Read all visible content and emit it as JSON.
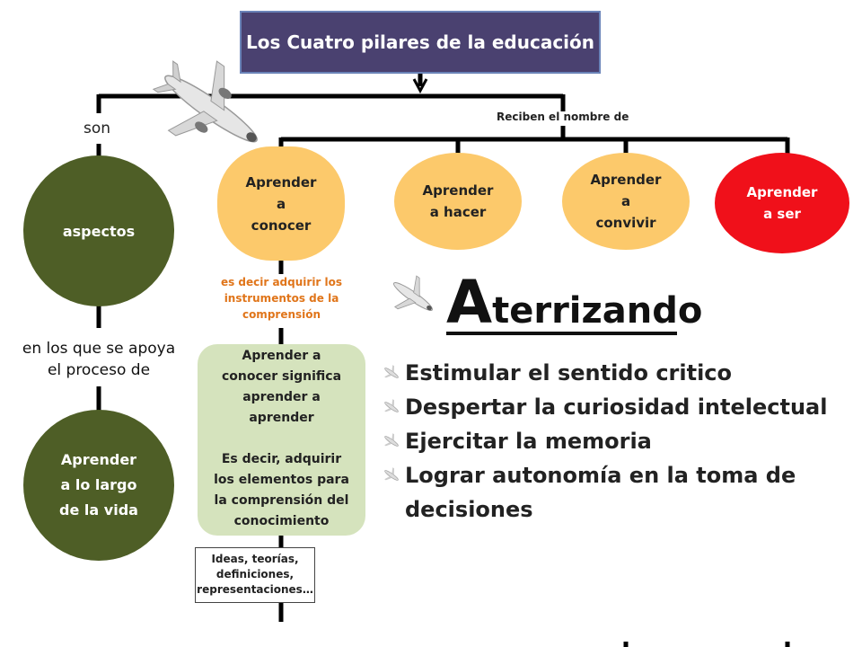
{
  "title": "Los Cuatro pilares de la educación",
  "labels": {
    "son": "son",
    "reciben": "Reciben el nombre de",
    "apoya": "en los que se apoya\nel proceso de"
  },
  "aspectos": "aspectos",
  "aprender_vida": "Aprender\na lo largo\nde la vida",
  "pillars": [
    {
      "label": "Aprender\na\nconocer",
      "color": "#fcc96b"
    },
    {
      "label": "Aprender\na hacer",
      "color": "#fcc96b"
    },
    {
      "label": "Aprender\na\nconvivir",
      "color": "#fcc96b"
    },
    {
      "label": "Aprender\na ser",
      "color": "#f0101a"
    }
  ],
  "es_decir": "es decir adquirir los\ninstrumentos de la\ncomprensión",
  "green_box": "Aprender a\nconocer significa\naprender a\naprender\n\nEs decir, adquirir\nlos elementos para\nla comprensión del\nconocimiento",
  "ideas": "Ideas, teorías,\ndefiniciones,\nrepresentaciones…",
  "heading": {
    "initial": "A",
    "rest": "terrizando"
  },
  "bullets": [
    "Estimular el sentido critico",
    "Despertar la curiosidad intelectual",
    "Ejercitar la memoria",
    "Lograr autonomía en la toma de\ndecisiones"
  ],
  "icons": {
    "airplane": "airplane-icon",
    "bullet": "small-airplane-icon"
  }
}
